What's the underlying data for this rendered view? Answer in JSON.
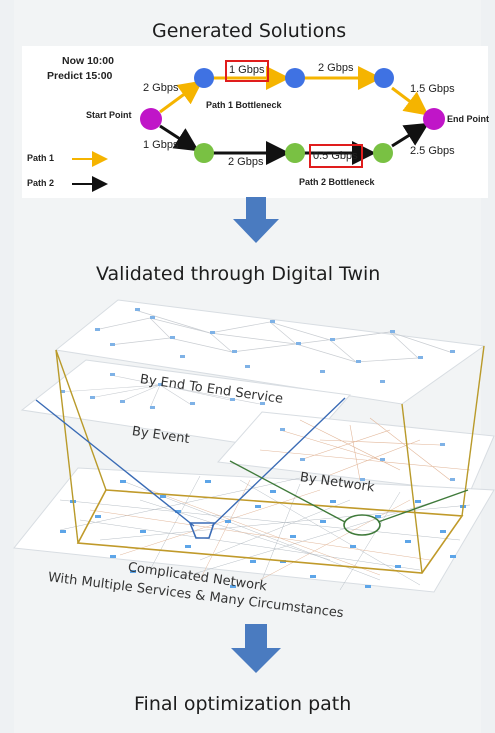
{
  "headings": {
    "generated": "Generated Solutions",
    "validated": "Validated through Digital Twin",
    "final": "Final optimization path"
  },
  "time": {
    "now": "Now 10:00",
    "predict": "Predict 15:00"
  },
  "nodes": {
    "start": "Start Point",
    "end": "End Point"
  },
  "links": {
    "p1_a": "2 Gbps",
    "p1_b": "1 Gbps",
    "p1_c": "2 Gbps",
    "p1_d": "1.5 Gbps",
    "p2_a": "1 Gbps",
    "p2_b": "2 Gbps",
    "p2_c": "0.5 Gbps",
    "p2_d": "2.5 Gbps"
  },
  "bottlenecks": {
    "p1": "Path 1 Bottleneck",
    "p2": "Path 2 Bottleneck"
  },
  "legend": {
    "path1": "Path 1",
    "path2": "Path 2"
  },
  "layers": {
    "e2e": "By End To End Service",
    "event": "By Event",
    "network": "By Network",
    "base_1": "Complicated Network",
    "base_2": "With Multiple Services & Many Circumstances"
  },
  "colors": {
    "path1": "#f5b400",
    "path2": "#111111",
    "node_blue": "#3f72e3",
    "node_green": "#79c143",
    "node_purple": "#c015c8",
    "bottleneck_box": "#e01d1d",
    "arrow": "#4a7bc0",
    "gold_line": "#b99a2a",
    "blue_line": "#3a6bb5",
    "green_line": "#3f7a3a"
  }
}
